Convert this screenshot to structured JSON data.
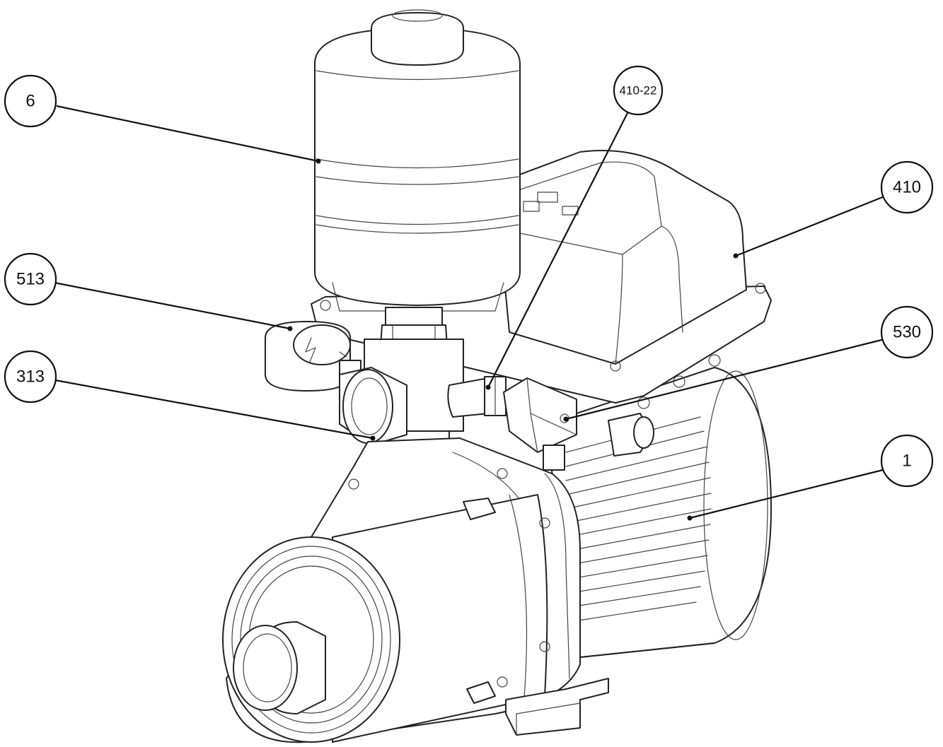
{
  "callouts": [
    {
      "id": "6",
      "label": "6"
    },
    {
      "id": "410-22",
      "label": "410-22"
    },
    {
      "id": "410",
      "label": "410"
    },
    {
      "id": "513",
      "label": "513"
    },
    {
      "id": "530",
      "label": "530"
    },
    {
      "id": "313",
      "label": "313"
    },
    {
      "id": "1",
      "label": "1"
    }
  ],
  "parts": {
    "pressure_tank": "pressure-tank",
    "pressure_gauge": "pressure-gauge",
    "controller": "controller-housing",
    "connector": "cable-connector",
    "motor": "motor",
    "pump_body": "pump-body",
    "discharge": "discharge-fitting"
  }
}
